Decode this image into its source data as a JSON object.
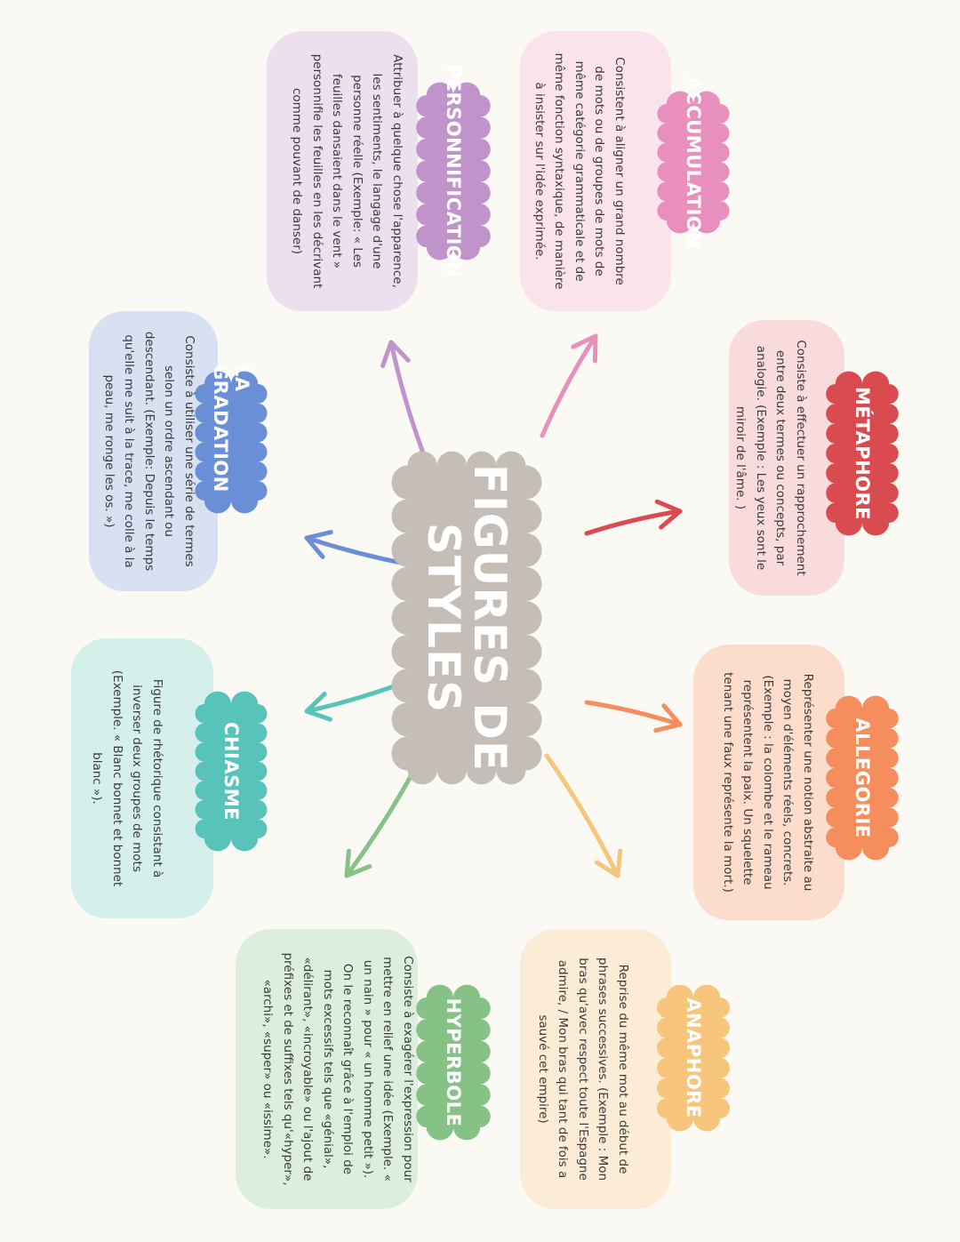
{
  "center": {
    "line1": "FIGURES DE",
    "line2": "STYLES",
    "color": "#c5beb8"
  },
  "cards": [
    {
      "id": "accumulation",
      "title": "ACCUMULATION",
      "accent": "#e98fbe",
      "bg": "#fbe3ee",
      "lines": [
        "Consistent à aligner un grand nombre",
        "de mots ou de groupes de mots de",
        "même catégorie grammaticale et de",
        "même fonction syntaxique, de manière",
        "à insister sur l'idée exprimée."
      ]
    },
    {
      "id": "personnification",
      "title": "PERSONNIFICATION",
      "accent": "#c193cb",
      "bg": "#ece0ee",
      "lines": [
        "Attribuer à quelque chose l'apparence,",
        "les sentiments, le langage d'une",
        "personne réelle (Exemple: « Les",
        "feuilles dansaient dans le vent »",
        "personnifie les feuilles en les décrivant",
        "comme pouvant de danser)"
      ]
    },
    {
      "id": "metaphore",
      "title": "MÉTAPHORE",
      "accent": "#d94b4f",
      "bg": "#fadbdd",
      "lines": [
        "Consiste à effectuer un rapprochement",
        "entre deux termes ou concepts, par",
        "analogie. (Exemple : Les yeux sont le",
        "miroir de l'âme. )"
      ]
    },
    {
      "id": "gradation",
      "title": "LA GRADATION",
      "accent": "#6b8fd6",
      "bg": "#d7e1f2",
      "lines": [
        "Consiste à utiliser une série de termes",
        "selon un ordre ascendant ou",
        "descendant. (Exemple: Depuis le temps",
        "qu'elle me suit à la trace, me colle à la",
        "peau, me ronge les os. »)"
      ]
    },
    {
      "id": "allegorie",
      "title": "ALLEGORIE",
      "accent": "#f68d5d",
      "bg": "#fcdccb",
      "lines": [
        "Représenter une notion abstraite au",
        "moyen d'éléments réels, concrets.",
        "(Exemple : la colombe et le rameau",
        "représentent la paix. Un squelette",
        "tenant une faux représente la mort.)"
      ]
    },
    {
      "id": "chiasme",
      "title": "CHIASME",
      "accent": "#58c4b9",
      "bg": "#d5efeb",
      "lines": [
        "Figure de rhétorique consistant à",
        "inverser deux groupes de mots",
        "(Exemple. « Blanc bonnet et bonnet",
        "blanc »)."
      ]
    },
    {
      "id": "anaphore",
      "title": "ANAPHORE",
      "accent": "#f7c57b",
      "bg": "#fcecd6",
      "lines": [
        "Reprise du même mot au début de",
        "phrases successives. (Exemple : Mon",
        "bras qu'avec respect toute l'Espagne",
        "admire, / Mon bras qui tant de fois a",
        "sauvé cet empire)"
      ]
    },
    {
      "id": "hyperbole",
      "title": "HYPERBOLE",
      "accent": "#86c286",
      "bg": "#dcefdc",
      "lines": [
        "Consiste à exagérer l'expression pour",
        "mettre en relief une idée (Exemple. «",
        "un nain » pour « un homme petit »).",
        "On le reconnaît grâce à l'emploi de",
        "mots excessifs tels que «génial»,",
        "«délirant», «incroyable» ou l'ajout de",
        "préfixes et de suffixes tels qu'«hyper»,",
        "«archi», «super» ou «issime»."
      ]
    }
  ],
  "arrow_colors": {
    "accumulation": "#e98fbe",
    "personnification": "#c193cb",
    "metaphore": "#d94b4f",
    "gradation": "#6b8fd6",
    "allegorie": "#f68d5d",
    "chiasme": "#58c4b9",
    "anaphore": "#f7c57b",
    "hyperbole": "#86c286"
  }
}
